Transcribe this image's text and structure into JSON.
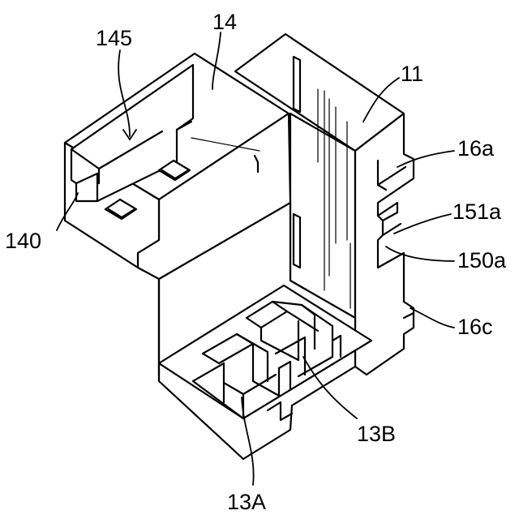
{
  "figure": {
    "labels": {
      "l145": "145",
      "l14": "14",
      "l11": "11",
      "l16a": "16a",
      "l151a": "151a",
      "l150a": "150a",
      "l16c": "16c",
      "l140": "140",
      "l13B": "13B",
      "l13A": "13A"
    }
  }
}
